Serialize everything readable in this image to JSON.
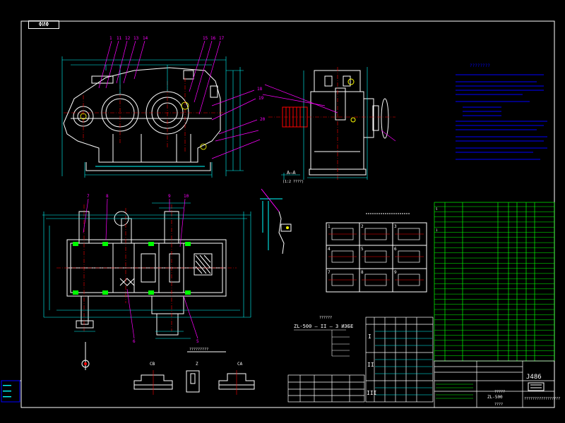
{
  "sheet": {
    "tag": "ΦЙΦ",
    "drawing_number": "J486",
    "model_label": "ZL-500",
    "model_code": "ZL-500 — II — 3 ИЭБЕ",
    "section_label": "A—A",
    "section_scale": "(1:2 ????)",
    "section_labels": [
      "CB",
      "Z",
      "CA"
    ],
    "notes_title": "????????",
    "title_block_tail": "?????????????????",
    "stage_labels": [
      "I",
      "II",
      "III"
    ]
  },
  "colors": {
    "outline": "#ffffff",
    "dimension": "#00ffff",
    "leader": "#ff00ff",
    "notes": "#0000ff",
    "table": "#00ff00",
    "center": "#ff0000",
    "highlight": "#ffff00"
  }
}
